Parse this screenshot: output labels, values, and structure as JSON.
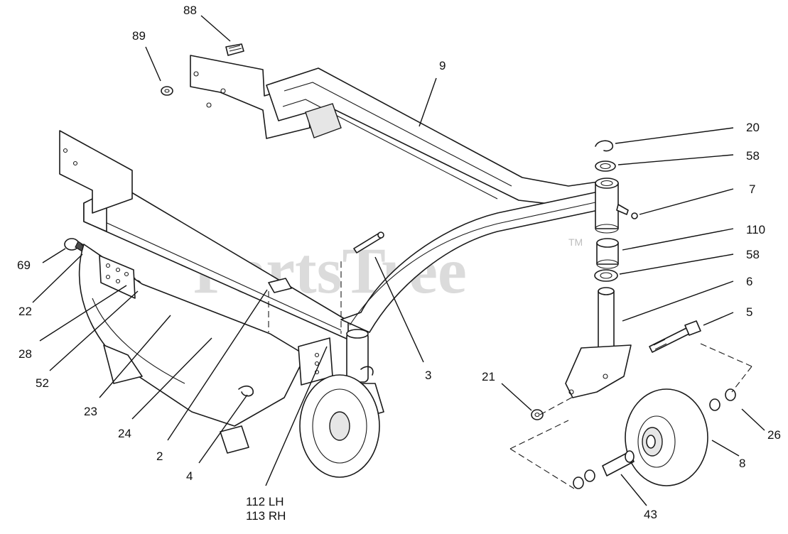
{
  "watermark": {
    "text": "PartsTree",
    "trademark": "TM"
  },
  "callouts": [
    {
      "id": "88",
      "label": "88"
    },
    {
      "id": "89",
      "label": "89"
    },
    {
      "id": "9",
      "label": "9"
    },
    {
      "id": "20",
      "label": "20"
    },
    {
      "id": "58a",
      "label": "58"
    },
    {
      "id": "7",
      "label": "7"
    },
    {
      "id": "110",
      "label": "110"
    },
    {
      "id": "58b",
      "label": "58"
    },
    {
      "id": "6",
      "label": "6"
    },
    {
      "id": "5",
      "label": "5"
    },
    {
      "id": "69",
      "label": "69"
    },
    {
      "id": "22",
      "label": "22"
    },
    {
      "id": "28",
      "label": "28"
    },
    {
      "id": "52",
      "label": "52"
    },
    {
      "id": "23",
      "label": "23"
    },
    {
      "id": "24",
      "label": "24"
    },
    {
      "id": "2",
      "label": "2"
    },
    {
      "id": "4",
      "label": "4"
    },
    {
      "id": "3",
      "label": "3"
    },
    {
      "id": "21",
      "label": "21"
    },
    {
      "id": "26",
      "label": "26"
    },
    {
      "id": "8",
      "label": "8"
    },
    {
      "id": "43",
      "label": "43"
    },
    {
      "id": "112",
      "label": "112 LH"
    },
    {
      "id": "113",
      "label": "113 RH"
    }
  ]
}
